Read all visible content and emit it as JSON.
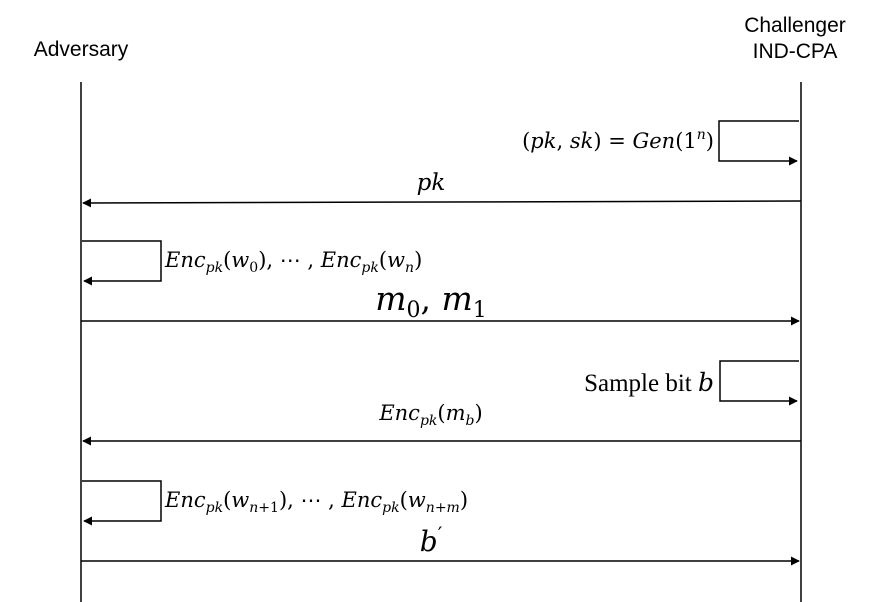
{
  "participants": {
    "adversary": "Adversary",
    "challenger_line1": "Challenger",
    "challenger_line2": "IND-CPA"
  },
  "steps": {
    "keygen": {
      "label": "(pk, sk) = Gen(1ⁿ)"
    },
    "send_pk": {
      "label": "pk"
    },
    "query1": {
      "label": "Enc_pk(w_0), ⋯ , Enc_pk(w_n)"
    },
    "challenge_msgs": {
      "label": "m_0, m_1"
    },
    "sample": {
      "label": "Sample bit b"
    },
    "challenge_ct": {
      "label": "Enc_pk(m_b)"
    },
    "query2": {
      "label": "Enc_pk(w_{n+1}), ⋯ , Enc_pk(w_{n+m})"
    },
    "guess": {
      "label": "b′"
    }
  }
}
